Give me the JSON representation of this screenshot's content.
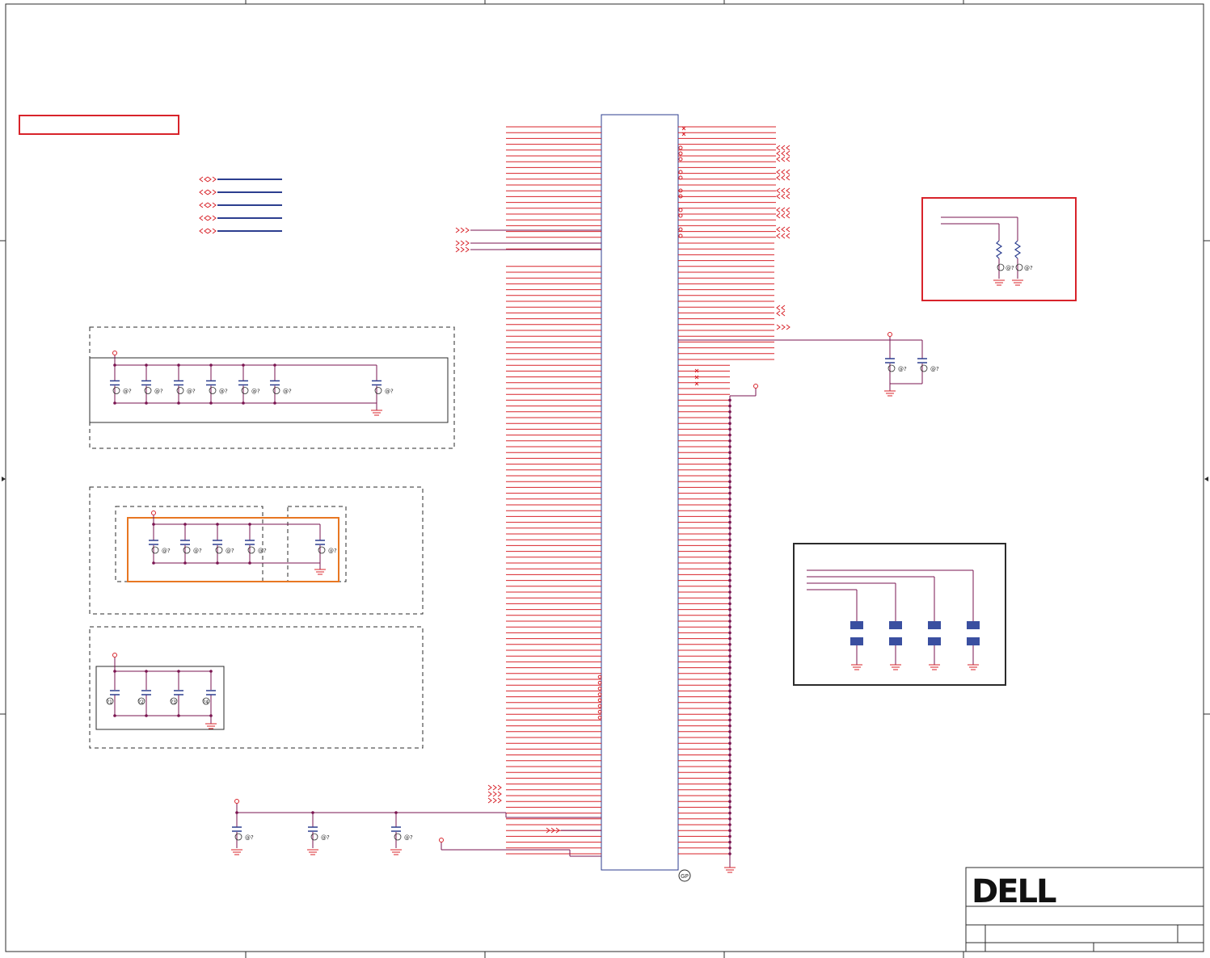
{
  "schematic": {
    "colors": {
      "frame": "#2b2b2b",
      "wire": "#7a1450",
      "signal": "#d8232a",
      "bus": "#2c3e8f",
      "highlight": "#e85858",
      "orange": "#e87722",
      "pad": "#3a4fa0",
      "ic": "#2c3e8f"
    },
    "ic_ref": "GP",
    "cap_tag_a": "@?",
    "cap_tag_b": "@?",
    "cap_tags_bottom": [
      "?1",
      "?2",
      "?3",
      "?4"
    ],
    "left_bus_lines": 5,
    "net_markers": "X"
  },
  "title_block": {
    "logo": "DELL",
    "sheet_fields": [
      "",
      ""
    ]
  }
}
